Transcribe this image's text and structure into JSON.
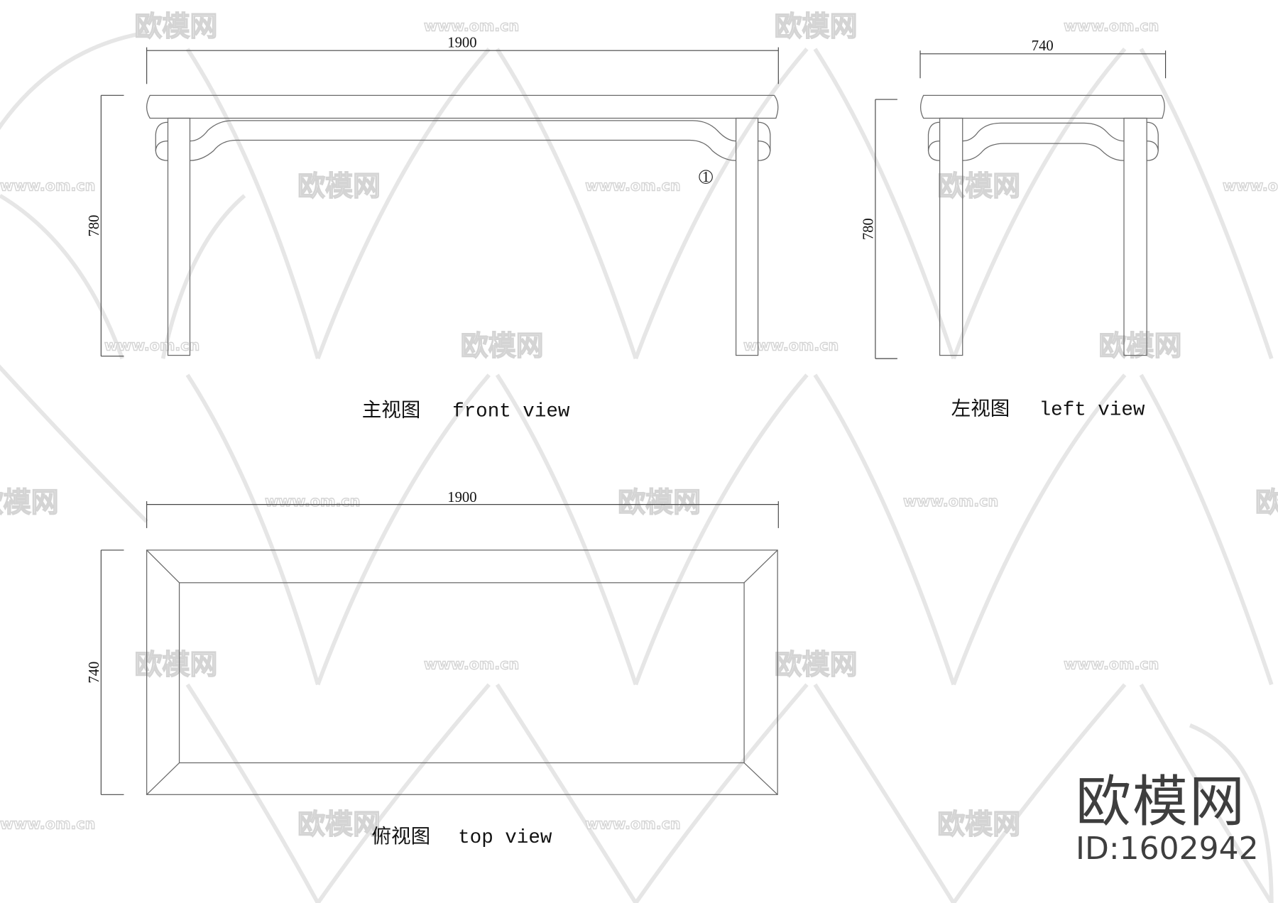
{
  "drawing": {
    "front_view": {
      "caption_cn": "主视图",
      "caption_en": "front view",
      "width_dim": "1900",
      "height_dim": "780",
      "marker": "1"
    },
    "left_view": {
      "caption_cn": "左视图",
      "caption_en": "left view",
      "width_dim": "740",
      "height_dim": "780"
    },
    "top_view": {
      "caption_cn": "俯视图",
      "caption_en": "top view",
      "width_dim": "1900",
      "height_dim": "740"
    }
  },
  "watermark": {
    "logo_text": "欧模网",
    "url_text": "www.om.cn"
  },
  "brand": {
    "name": "欧模网",
    "id_label": "ID:1602942"
  },
  "colors": {
    "line": "#6a6a6a",
    "text": "#111111",
    "watermark": "#d4d4d4",
    "brand": "#3e3e3e"
  }
}
